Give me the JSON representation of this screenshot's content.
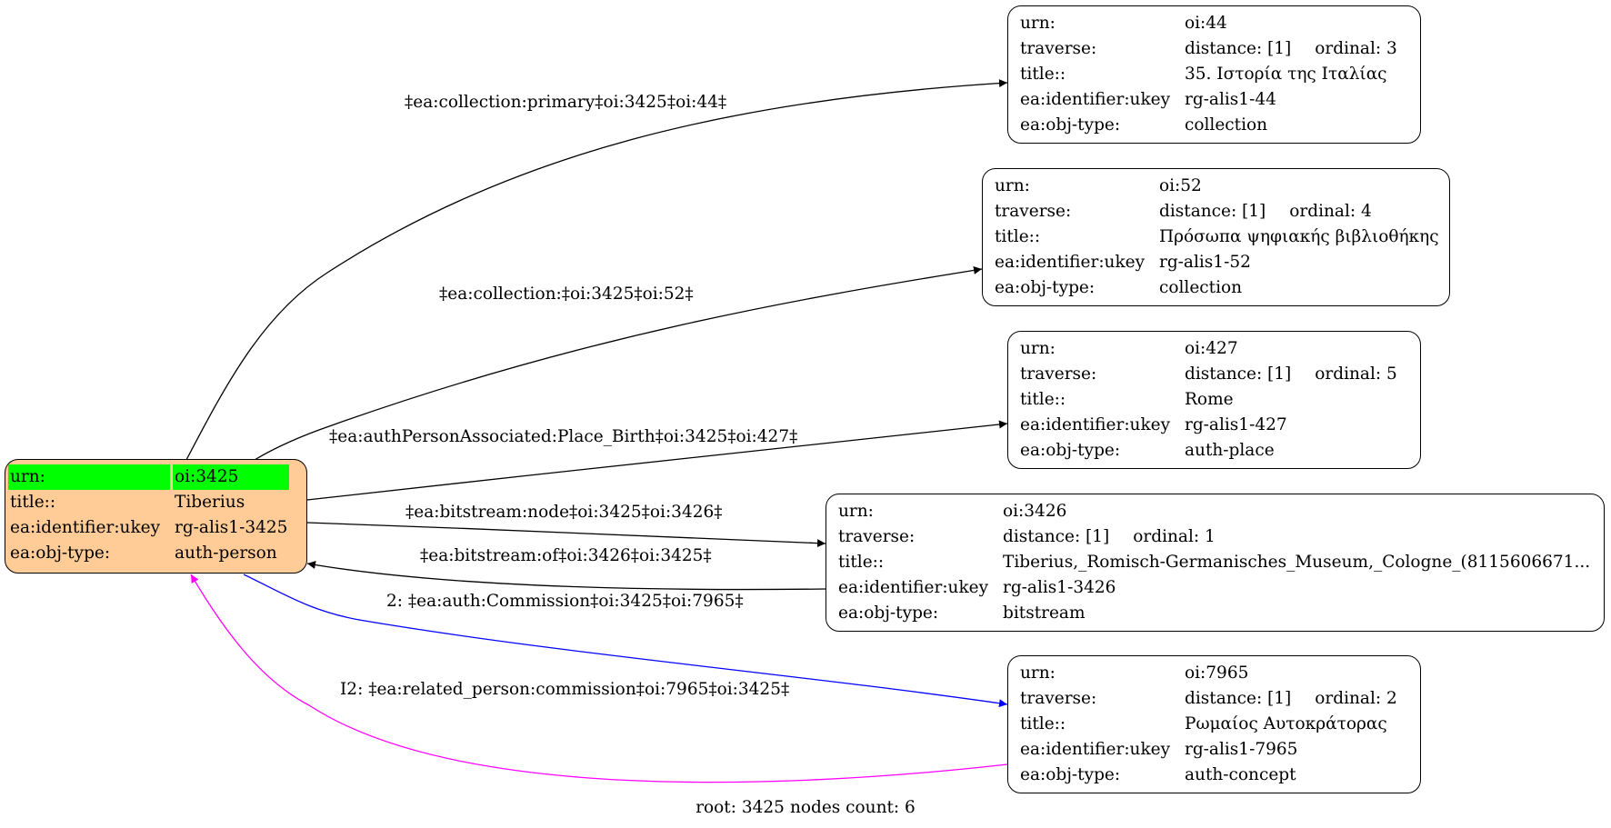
{
  "root_node": {
    "rows": [
      {
        "key": "urn:",
        "value": "oi:3425"
      },
      {
        "key": "title::",
        "value": "Tiberius"
      },
      {
        "key": "ea:identifier:ukey",
        "value": "rg-alis1-3425"
      },
      {
        "key": "ea:obj-type:",
        "value": "auth-person"
      }
    ]
  },
  "nodes": [
    {
      "urn": "oi:44",
      "distance": "distance: [1]",
      "ordinal": "ordinal: 3",
      "title": "35. Ιστορία της Ιταλίας",
      "ukey": "rg-alis1-44",
      "obj_type": "collection"
    },
    {
      "urn": "oi:52",
      "distance": "distance: [1]",
      "ordinal": "ordinal: 4",
      "title": "Πρόσωπα ψηφιακής βιβλιοθήκης",
      "ukey": "rg-alis1-52",
      "obj_type": "collection"
    },
    {
      "urn": "oi:427",
      "distance": "distance: [1]",
      "ordinal": "ordinal: 5",
      "title": "Rome",
      "ukey": "rg-alis1-427",
      "obj_type": "auth-place"
    },
    {
      "urn": "oi:3426",
      "distance": "distance: [1]",
      "ordinal": "ordinal: 1",
      "title": "Tiberius,_Romisch-Germanisches_Museum,_Cologne_(8115606671...",
      "ukey": "rg-alis1-3426",
      "obj_type": "bitstream"
    },
    {
      "urn": "oi:7965",
      "distance": "distance: [1]",
      "ordinal": "ordinal: 2",
      "title": "Ρωμαίος Αυτοκράτορας",
      "ukey": "rg-alis1-7965",
      "obj_type": "auth-concept"
    }
  ],
  "labels": {
    "urn": "urn:",
    "traverse": "traverse:",
    "title": "title::",
    "ukey": "ea:identifier:ukey",
    "obj_type": "ea:obj-type:"
  },
  "edges": [
    {
      "label": "‡ea:collection:primary‡oi:3425‡oi:44‡",
      "color": "#000000"
    },
    {
      "label": "‡ea:collection:‡oi:3425‡oi:52‡",
      "color": "#000000"
    },
    {
      "label": "‡ea:authPersonAssociated:Place_Birth‡oi:3425‡oi:427‡",
      "color": "#000000"
    },
    {
      "label": "‡ea:bitstream:node‡oi:3425‡oi:3426‡",
      "color": "#000000"
    },
    {
      "label": "‡ea:bitstream:of‡oi:3426‡oi:3425‡",
      "color": "#000000"
    },
    {
      "label": "2: ‡ea:auth:Commission‡oi:3425‡oi:7965‡",
      "color": "#0000ff"
    },
    {
      "label": "I2: ‡ea:related_person:commission‡oi:7965‡oi:3425‡",
      "color": "#ff00ff"
    }
  ],
  "footer": {
    "root": "root: 3425",
    "count": "nodes count: 6"
  },
  "colors": {
    "root_fill": "#ffcb96",
    "urn_highlight": "#00ff00"
  }
}
